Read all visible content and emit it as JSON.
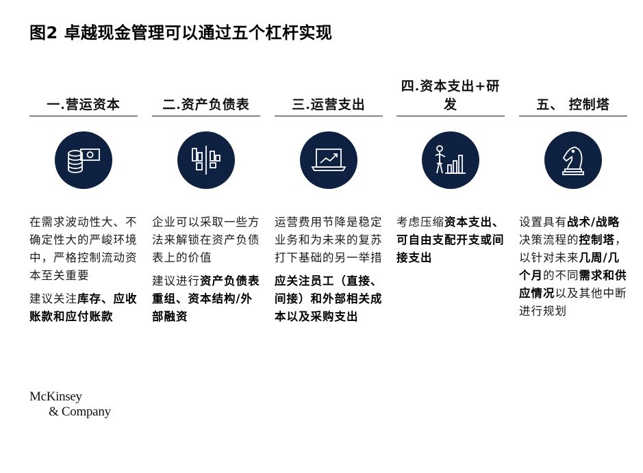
{
  "title": "图2 卓越现金管理可以通过五个杠杆实现",
  "columns": [
    {
      "head": "一.营运资本",
      "icon": "cash-stack-icon",
      "paragraphs": [
        [
          {
            "t": "在需求波动性大、不确定性大的严峻环境中，严格控制流动资本至关重要",
            "b": false
          }
        ],
        [
          {
            "t": "建议关注",
            "b": false
          },
          {
            "t": "库存、应收账款和应付账款",
            "b": true
          }
        ]
      ]
    },
    {
      "head": "二.资产负债表",
      "icon": "balance-sheet-icon",
      "paragraphs": [
        [
          {
            "t": "企业可以采取一些方法来解锁在资产负债表上的价值",
            "b": false
          }
        ],
        [
          {
            "t": "建议进行",
            "b": false
          },
          {
            "t": "资产负债表重组、资本结构/外部融资",
            "b": true
          }
        ]
      ]
    },
    {
      "head": "三.运营支出",
      "icon": "laptop-chart-icon",
      "paragraphs": [
        [
          {
            "t": "运营费用节降是稳定业务和为未来的复苏打下基础的另一举措",
            "b": false
          }
        ],
        [
          {
            "t": "应关注员工（直接、间接）和外部相关成本以及采购支出",
            "b": true
          }
        ]
      ]
    },
    {
      "head": "四.资本支出+研发",
      "icon": "person-bar-chart-icon",
      "paragraphs": [
        [
          {
            "t": "考虑压缩",
            "b": false
          },
          {
            "t": "资本支出、 可自由支配开支或间接支出",
            "b": true
          }
        ]
      ]
    },
    {
      "head": "五、 控制塔",
      "icon": "chess-knight-icon",
      "paragraphs": [
        [
          {
            "t": "设置具有",
            "b": false
          },
          {
            "t": "战术/战略",
            "b": true
          },
          {
            "t": "决策流程的",
            "b": false
          },
          {
            "t": "控制塔",
            "b": true
          },
          {
            "t": "，以针对未来",
            "b": false
          },
          {
            "t": "几周/几个月",
            "b": true
          },
          {
            "t": "的不同",
            "b": false
          },
          {
            "t": "需求和供应情况",
            "b": true
          },
          {
            "t": "以及其他中断进行规划",
            "b": false
          }
        ]
      ]
    }
  ],
  "logo": {
    "line1": "McKinsey",
    "line2": "& Company"
  },
  "colors": {
    "icon_bg": "#0e2140",
    "icon_fg": "#ffffff",
    "text": "#1a1a1a"
  }
}
